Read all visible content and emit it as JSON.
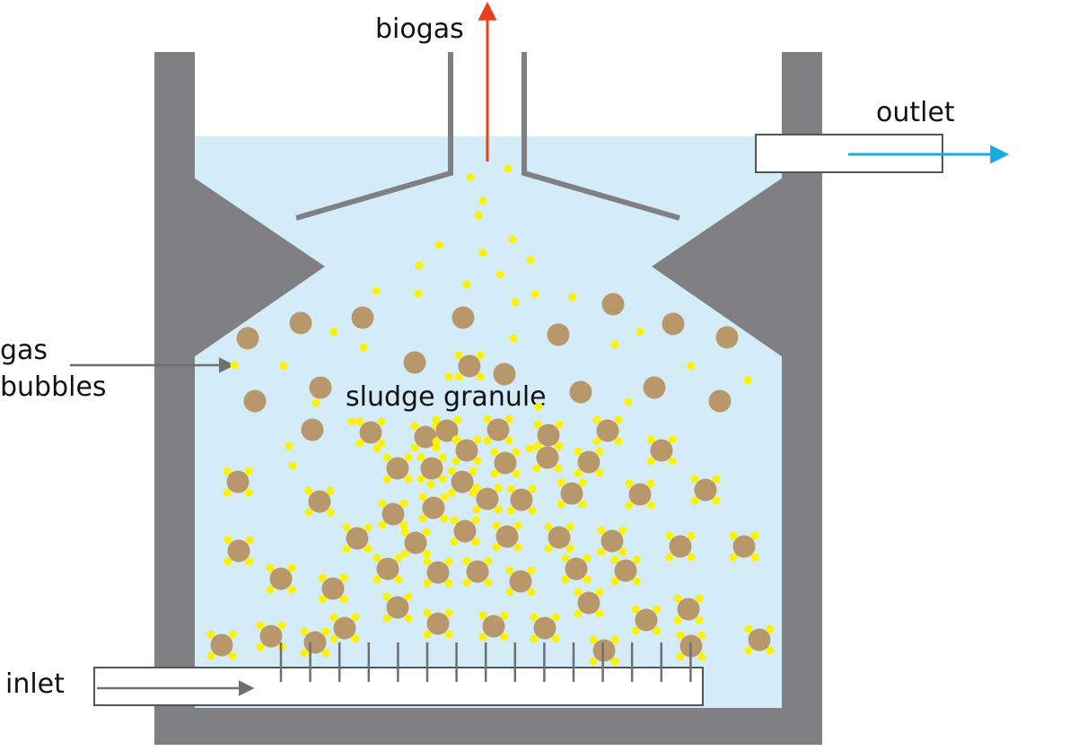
{
  "labels": {
    "biogas": "biogas",
    "outlet": "outlet",
    "gas": "gas",
    "bubbles": "bubbles",
    "sludge_granule": "sludge granule",
    "inlet": "inlet"
  },
  "colors": {
    "wall": "#808083",
    "liquid": "#d3ecf8",
    "granule": "#b8976a",
    "bubble": "#fff200",
    "biogas_arrow": "#e8401c",
    "outlet_arrow": "#1ba9e3",
    "pointer_arrow": "#707070",
    "pipe_fill": "#ffffff",
    "pipe_stroke": "#555555"
  }
}
